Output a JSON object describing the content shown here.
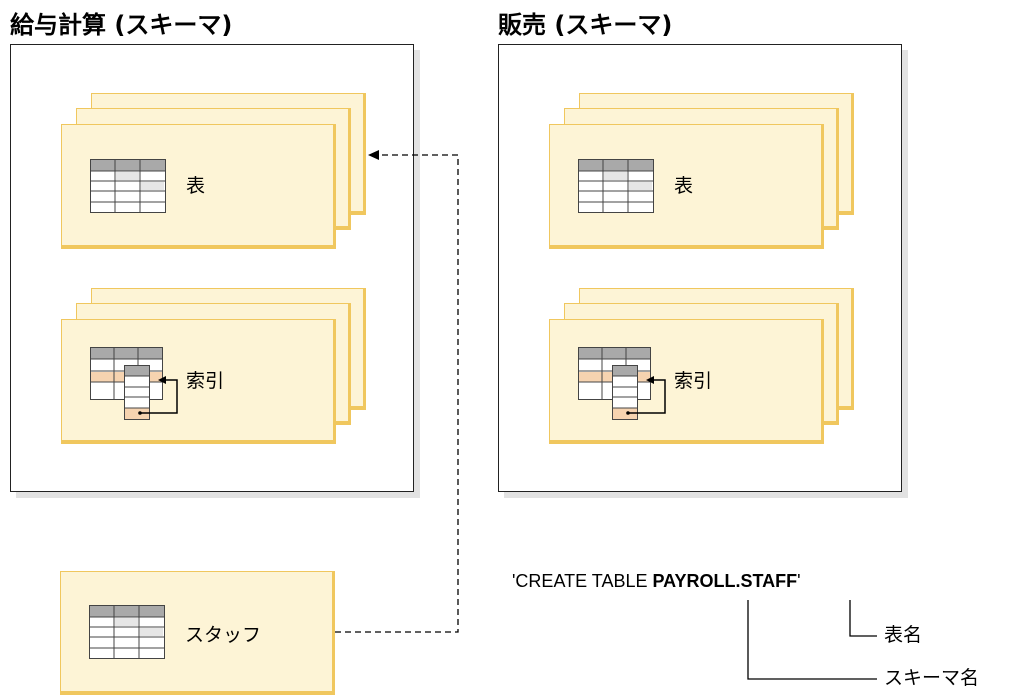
{
  "schemas": [
    {
      "title": "給与計算 (スキーマ)",
      "table_label": "表",
      "index_label": "索引"
    },
    {
      "title": "販売 (スキーマ)",
      "table_label": "表",
      "index_label": "索引"
    }
  ],
  "staff": {
    "label": "スタッフ"
  },
  "sql": {
    "prefix": "'CREATE TABLE ",
    "name": "PAYROLL.STAFF",
    "suffix": "'"
  },
  "callouts": {
    "table_name": "表名",
    "schema_name": "スキーマ名"
  },
  "colors": {
    "card_fill": "#fdf4d6",
    "card_border": "#f0c75e",
    "grid_header": "#a9a9a9",
    "grid_highlight": "#f6d3b0"
  }
}
